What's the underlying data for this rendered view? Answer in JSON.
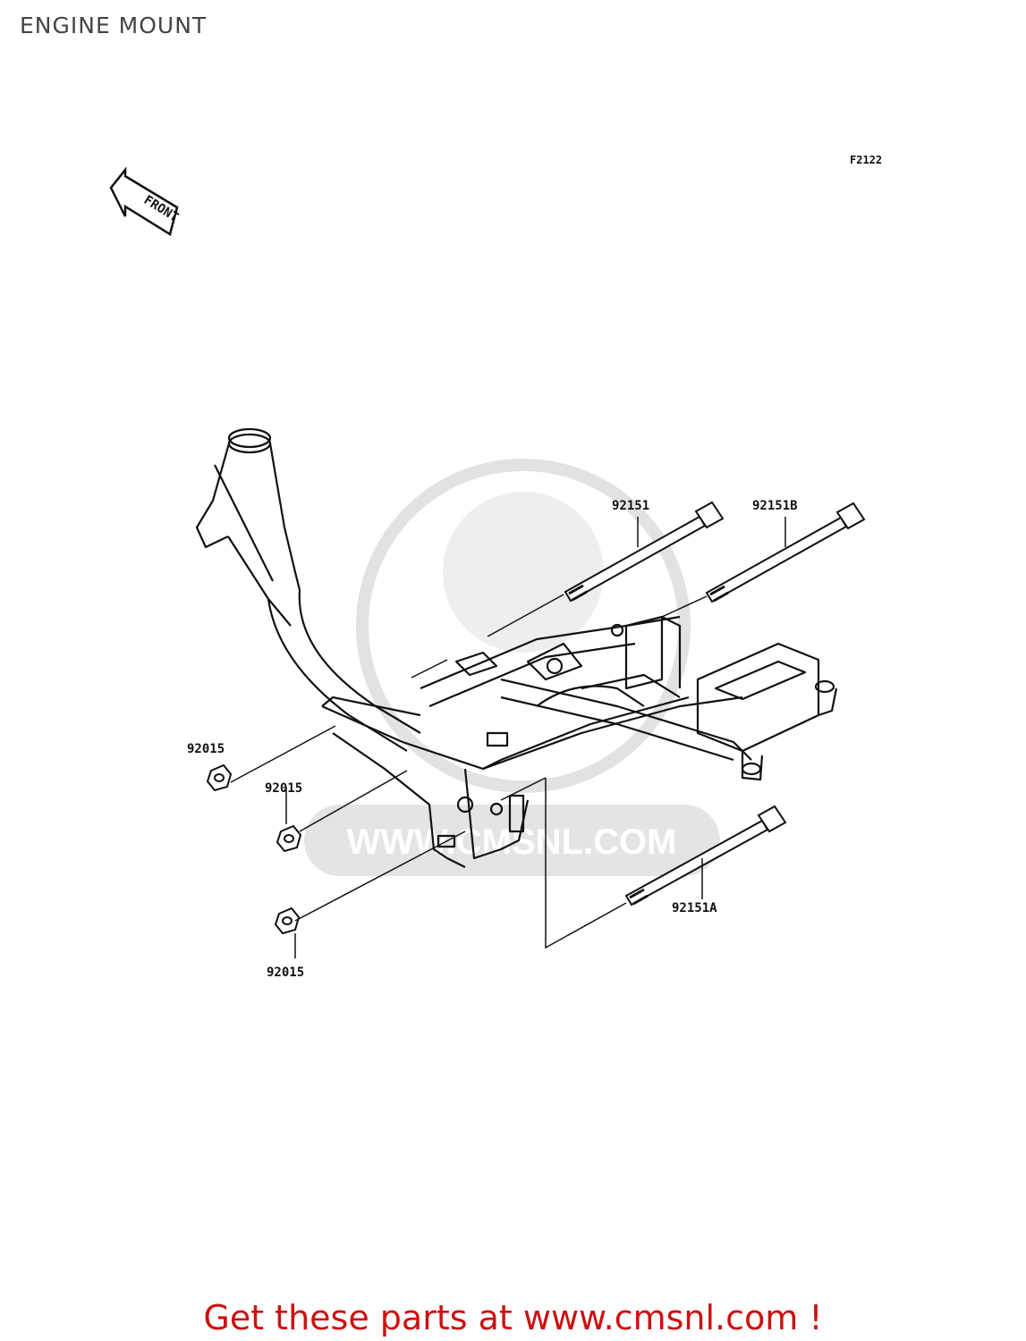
{
  "page": {
    "title": "ENGINE MOUNT"
  },
  "diagram": {
    "code": "F2122",
    "front_marker": "FRONT",
    "watermark": "WWW.CMSNL.COM",
    "parts": {
      "p1": "92151",
      "p2": "92151B",
      "p3": "92015",
      "p4": "92015",
      "p5": "92151A",
      "p6": "92015"
    }
  },
  "footer": {
    "link_text": "Get these parts at www.cmsnl.com !"
  },
  "colors": {
    "accent": "#cc1111",
    "line": "#111111",
    "watermark": "#e6e6e6"
  }
}
